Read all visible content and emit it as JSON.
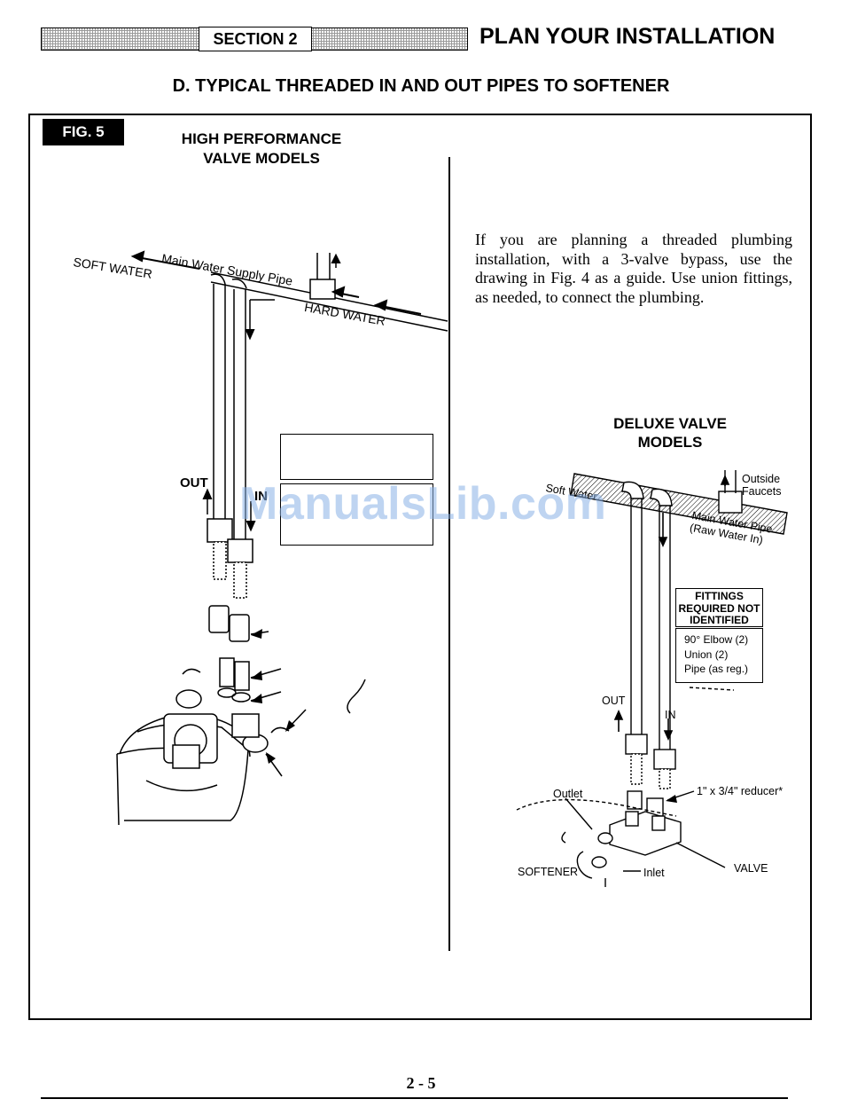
{
  "header": {
    "section_label": "SECTION 2",
    "page_title": "PLAN YOUR INSTALLATION"
  },
  "subheading": "D.  TYPICAL THREADED IN AND OUT PIPES TO SOFTENER",
  "figure": {
    "tag": "FIG. 5",
    "high_performance": {
      "title_line1": "HIGH PERFORMANCE",
      "title_line2": "VALVE MODELS",
      "labels": {
        "main_supply": "Main Water Supply Pipe",
        "soft_water": "SOFT WATER",
        "hard_water": "HARD WATER",
        "out": "OUT",
        "in": "IN"
      }
    },
    "instructions": "If you are planning a threaded plumbing installation, with a 3-valve bypass, use the drawing in Fig. 4 as a guide. Use union fittings, as needed, to connect the plumbing.",
    "deluxe": {
      "title_line1": "DELUXE VALVE",
      "title_line2": "MODELS",
      "labels": {
        "outside_faucets_line1": "Outside",
        "outside_faucets_line2": "Faucets",
        "soft_water": "Soft Water",
        "main_pipe_line1": "Main Water Pipe",
        "main_pipe_line2": "(Raw Water In)",
        "out": "OUT",
        "in": "IN",
        "reducer": "1\" x 3/4\" reducer*",
        "outlet": "Outlet",
        "softener": "SOFTENER",
        "inlet": "Inlet",
        "valve": "VALVE"
      },
      "fittings": {
        "heading": [
          "FITTINGS",
          "REQUIRED NOT",
          "IDENTIFIED"
        ],
        "items": [
          "90° Elbow (2)",
          "Union (2)",
          "Pipe (as reg.)"
        ]
      }
    }
  },
  "watermark": "ManualsLib.com",
  "footer": {
    "page_number": "2 - 5"
  }
}
